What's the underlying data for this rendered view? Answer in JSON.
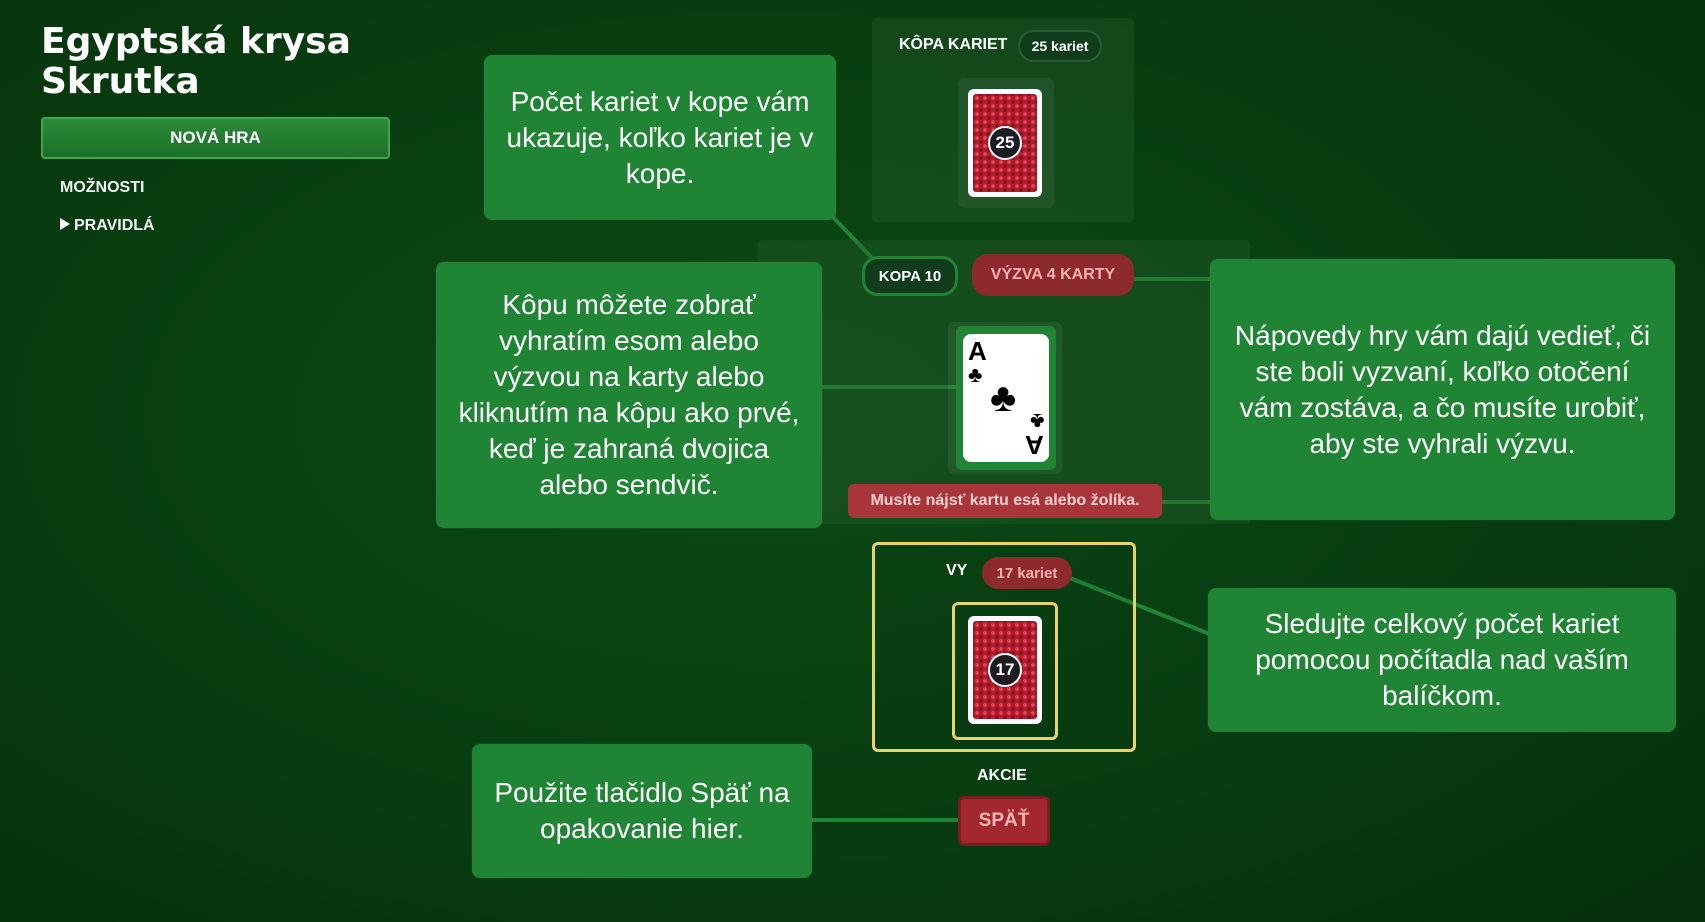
{
  "sidebar": {
    "title_line1": "Egyptská krysa",
    "title_line2": "Skrutka",
    "new_game_label": "NOVÁ HRA",
    "options_label": "MOŽNOSTI",
    "rules_label": "PRAVIDLÁ"
  },
  "stock": {
    "label": "KÔPA KARIET",
    "count_badge": "25 kariet",
    "card_count": "25"
  },
  "table": {
    "pile_badge": "KOPA 10",
    "challenge_badge": "VÝZVA 4 KARTY",
    "top_card_rank": "A",
    "top_card_suit": "♣",
    "warning": "Musíte nájsť kartu esá alebo žolíka."
  },
  "player": {
    "label": "VY",
    "count_badge": "17 kariet",
    "card_count": "17"
  },
  "actions": {
    "label": "AKCIE",
    "undo_label": "SPÄŤ"
  },
  "tips": {
    "stock_tip": "Počet kariet v kope vám ukazuje, koľko kariet je v kope.",
    "pile_tip": "Kôpu môžete zobrať vyhratím esom alebo výzvou na karty alebo kliknutím na kôpu ako prvé, keď je zahraná dvojica alebo sendvič.",
    "hint_tip": "Nápovedy hry vám dajú vedieť, či ste boli vyzvaní, koľko otočení vám zostáva, a čo musíte urobiť, aby ste vyhrali výzvu.",
    "count_tip": "Sledujte celkový počet kariet pomocou počítadla nad vaším balíčkom.",
    "undo_tip": "Použite tlačidlo Späť na opakovanie hier."
  },
  "colors": {
    "background": "#083d10",
    "tip_green": "#1f8535",
    "accent_red": "#a8353a",
    "highlight_yellow": "#e8d46a"
  }
}
